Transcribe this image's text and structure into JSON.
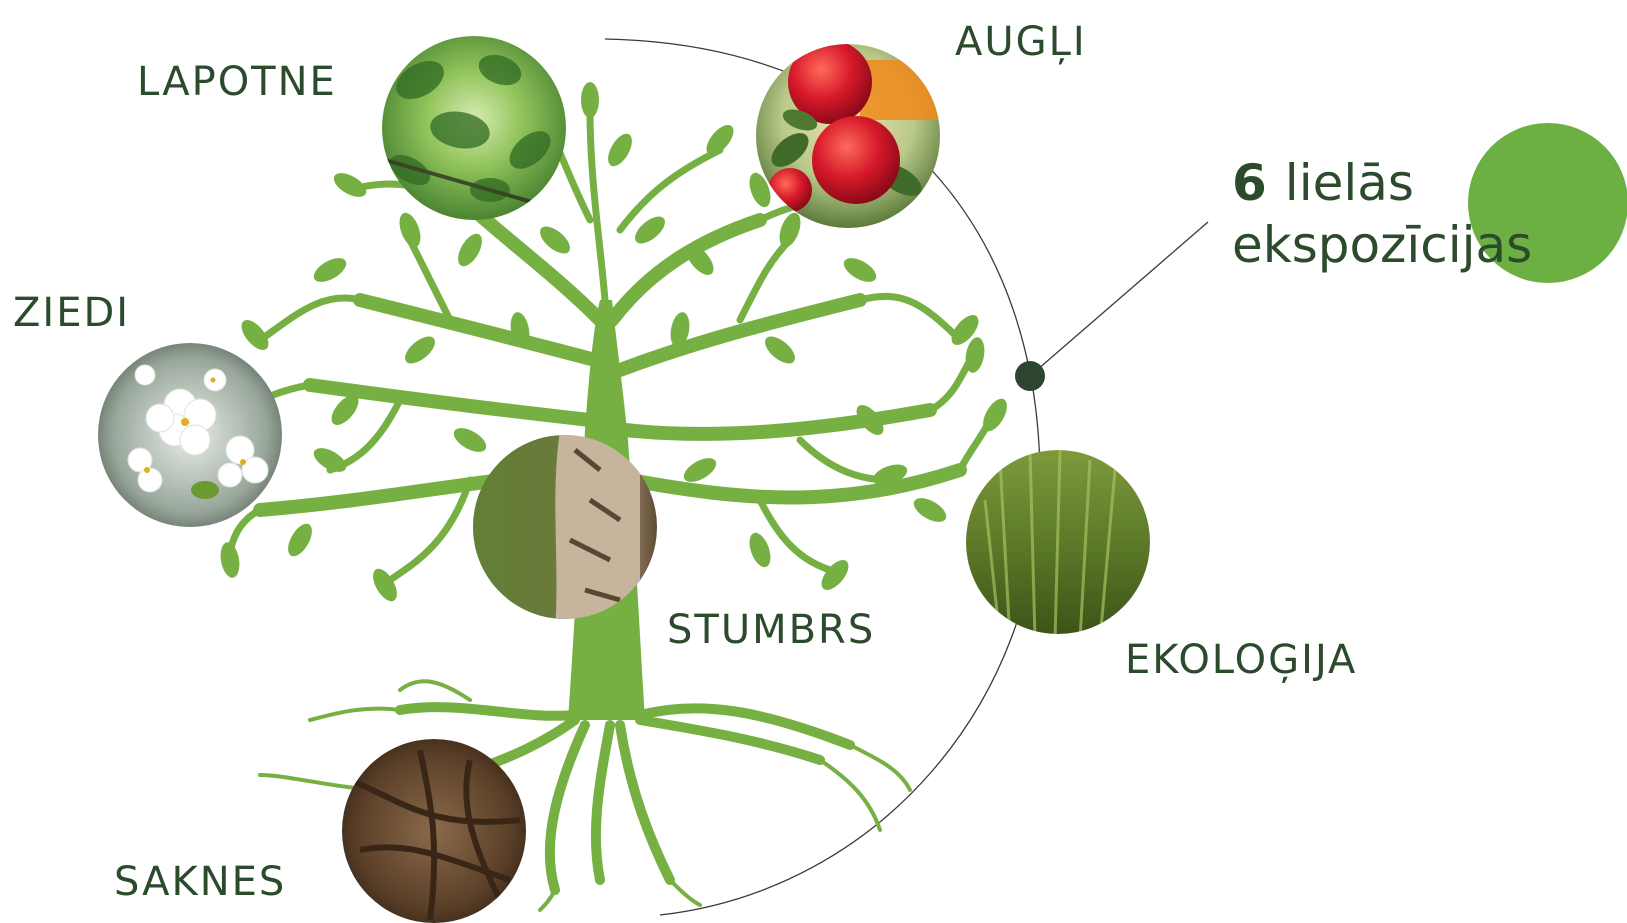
{
  "headline": {
    "number": "6",
    "word1": "lielās",
    "word2": "ekspozīcijas"
  },
  "expositions": [
    {
      "id": "lapotne",
      "label": "LAPOTNE",
      "photo": "green-foliage-photo"
    },
    {
      "id": "augli",
      "label": "AUGĻI",
      "photo": "red-apples-photo"
    },
    {
      "id": "ziedi",
      "label": "ZIEDI",
      "photo": "white-blossom-photo"
    },
    {
      "id": "stumbrs",
      "label": "STUMBRS",
      "photo": "tree-bark-photo"
    },
    {
      "id": "ekologija",
      "label": "EKOLOĢIJA",
      "photo": "green-grass-photo"
    },
    {
      "id": "saknes",
      "label": "SAKNES",
      "photo": "tree-roots-photo"
    }
  ],
  "colors": {
    "tree_green": "#76b043",
    "accent_green": "#6cb043",
    "text_dark_green": "#2c4a2c",
    "line_gray": "#3a3a3a",
    "dot_dark": "#2e4630"
  }
}
